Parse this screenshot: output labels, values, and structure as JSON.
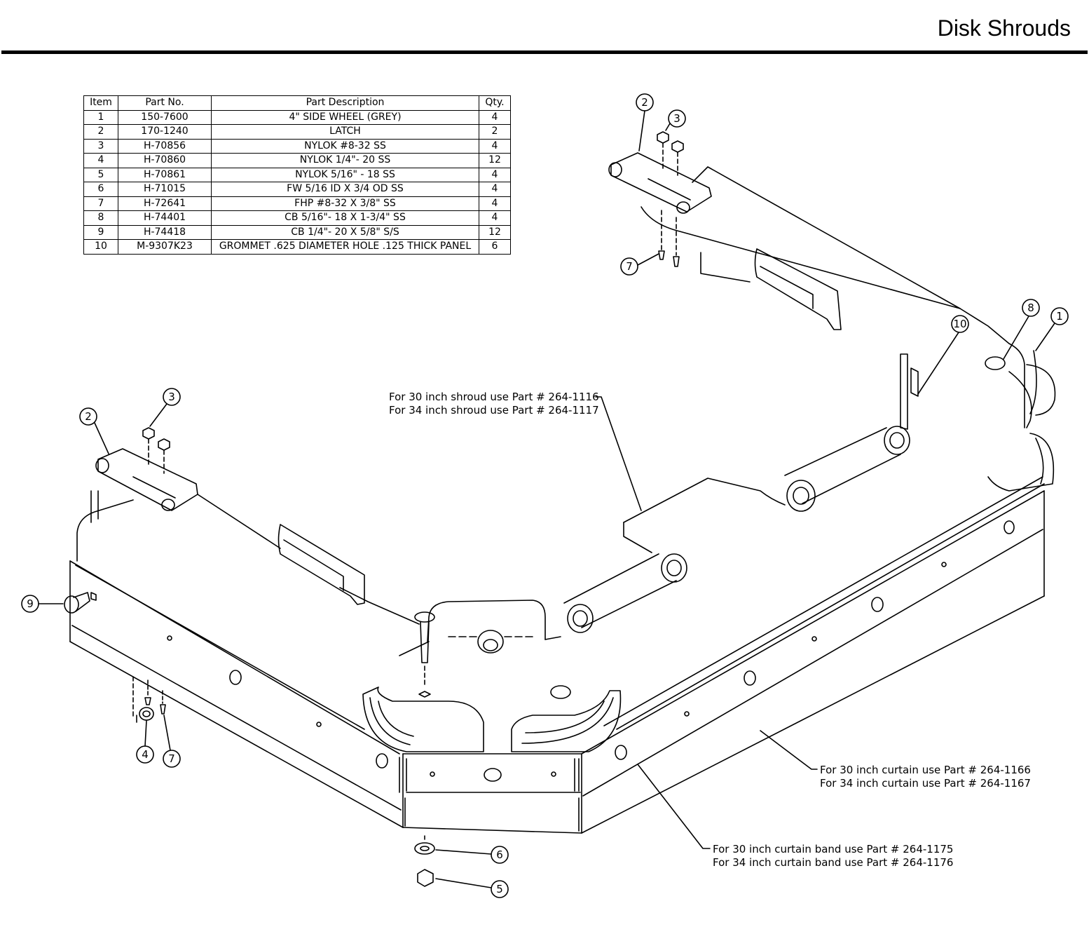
{
  "page": {
    "title": "Disk Shrouds"
  },
  "parts_table": {
    "headers": {
      "item": "Item",
      "part_no": "Part No.",
      "description": "Part Description",
      "qty": "Qty."
    },
    "rows": [
      {
        "item": "1",
        "part_no": "150-7600",
        "description": "4\" SIDE WHEEL (GREY)",
        "qty": "4"
      },
      {
        "item": "2",
        "part_no": "170-1240",
        "description": "LATCH",
        "qty": "2"
      },
      {
        "item": "3",
        "part_no": "H-70856",
        "description": "NYLOK #8-32 SS",
        "qty": "4"
      },
      {
        "item": "4",
        "part_no": "H-70860",
        "description": "NYLOK 1/4\"- 20 SS",
        "qty": "12"
      },
      {
        "item": "5",
        "part_no": "H-70861",
        "description": "NYLOK 5/16\" - 18 SS",
        "qty": "4"
      },
      {
        "item": "6",
        "part_no": "H-71015",
        "description": "FW 5/16 ID X 3/4 OD SS",
        "qty": "4"
      },
      {
        "item": "7",
        "part_no": "H-72641",
        "description": "FHP #8-32 X 3/8\" SS",
        "qty": "4"
      },
      {
        "item": "8",
        "part_no": "H-74401",
        "description": "CB 5/16\"- 18 X 1-3/4\" SS",
        "qty": "4"
      },
      {
        "item": "9",
        "part_no": "H-74418",
        "description": "CB 1/4\"- 20 X 5/8\" S/S",
        "qty": "12"
      },
      {
        "item": "10",
        "part_no": "M-9307K23",
        "description": "GROMMET .625 DIAMETER HOLE .125 THICK PANEL",
        "qty": "6"
      }
    ]
  },
  "notes": {
    "shroud": {
      "line1": "For 30 inch shroud use Part # 264-1116",
      "line2": "For 34 inch shroud use Part # 264-1117"
    },
    "curtain": {
      "line1": "For 30 inch curtain use Part # 264-1166",
      "line2": "For 34 inch curtain use Part # 264-1167"
    },
    "band": {
      "line1": "For 30 inch curtain band use Part # 264-1175",
      "line2": "For 34 inch curtain band use Part # 264-1176"
    }
  },
  "callouts": {
    "latch_right": "2",
    "nut_right": "3",
    "screw_right": "7",
    "grommet": "10",
    "bolt_right": "8",
    "wheel_right": "1",
    "latch_left": "2",
    "nut_left": "3",
    "bolt_left": "9",
    "nylok_left": "4",
    "screw_left": "7",
    "washer": "6",
    "nut_bottom": "5"
  }
}
